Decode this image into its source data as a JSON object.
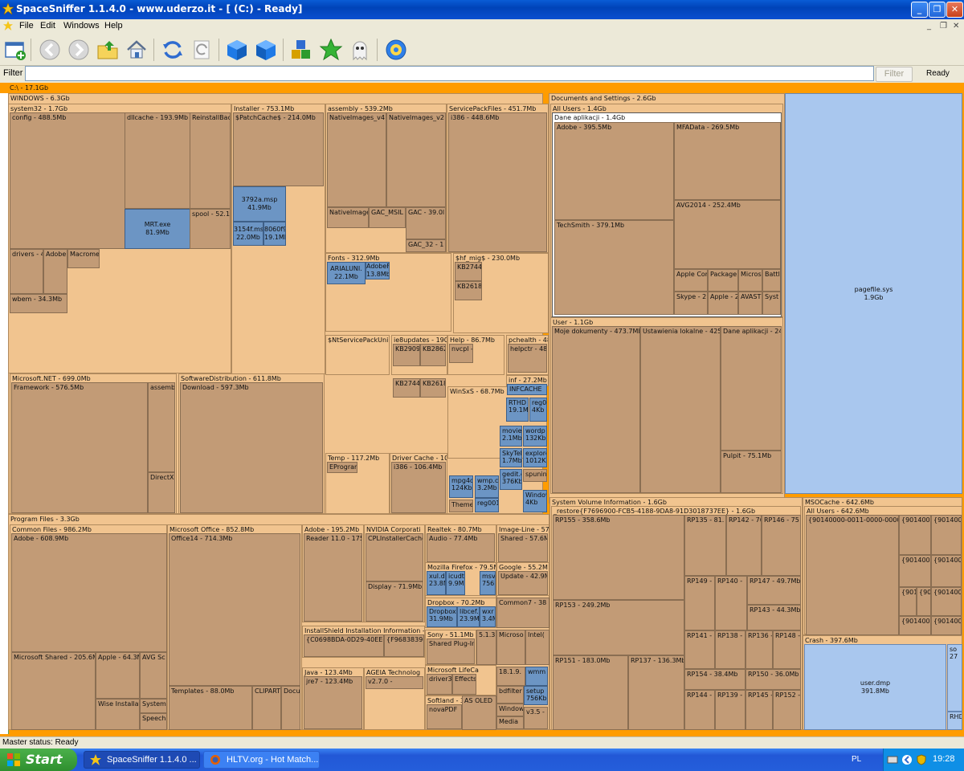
{
  "window": {
    "title": "SpaceSniffer 1.1.4.0 - www.uderzo.it - [ (C:) - Ready]"
  },
  "menu": {
    "items": [
      "File",
      "Edit",
      "Windows",
      "Help"
    ]
  },
  "toolbar": {
    "icons": [
      "new-window-icon",
      "back-icon",
      "forward-icon",
      "up-folder-icon",
      "home-icon",
      "refresh-icon",
      "rescan-icon",
      "blue-cube-icon",
      "blue-cube-2-icon",
      "cubes-icon",
      "star-icon",
      "ghost-icon",
      "gear-icon"
    ]
  },
  "filter": {
    "label": "Filter",
    "value": "",
    "button": "Filter",
    "status": "Ready"
  },
  "map": {
    "root": "C:\\ - 17.1Gb",
    "blocks": [
      {
        "l": "WINDOWS - 6.3Gb",
        "c": "dir"
      },
      {
        "l": "system32 - 1.7Gb",
        "c": "dir"
      },
      {
        "l": "config - 488.5Mb",
        "c": "file"
      },
      {
        "l": "dllcache - 193.9Mb",
        "c": "file"
      },
      {
        "l": "ReinstallBacl",
        "c": "file"
      },
      {
        "l": "MRT.exe\n81.9Mb",
        "c": "blue",
        "center": true
      },
      {
        "l": "spool - 52.1N",
        "c": "file"
      },
      {
        "l": "drivers - 4",
        "c": "file"
      },
      {
        "l": "Adobe",
        "c": "file"
      },
      {
        "l": "Macrome",
        "c": "file"
      },
      {
        "l": "wbem - 34.3Mb",
        "c": "file"
      },
      {
        "l": "Installer - 753.1Mb",
        "c": "dir"
      },
      {
        "l": "$PatchCache$ - 214.0Mb",
        "c": "file"
      },
      {
        "l": "3792a.msp\n41.9Mb",
        "c": "blue",
        "center": true
      },
      {
        "l": "3154f.ms\n22.0Mb",
        "c": "blue",
        "center": true
      },
      {
        "l": "8060f9\n19.1Mb",
        "c": "blue",
        "center": true
      },
      {
        "l": "assembly - 539.2Mb",
        "c": "dir"
      },
      {
        "l": "NativeImages_v4",
        "c": "file"
      },
      {
        "l": "NativeImages_v2",
        "c": "file"
      },
      {
        "l": "NativeImage",
        "c": "file"
      },
      {
        "l": "GAC_MSIL",
        "c": "file"
      },
      {
        "l": "GAC - 39.0l",
        "c": "file"
      },
      {
        "l": "GAC_32 - 1",
        "c": "file"
      },
      {
        "l": "ServicePackFiles - 451.7Mb",
        "c": "dir"
      },
      {
        "l": "i386 - 448.6Mb",
        "c": "file"
      },
      {
        "l": "Fonts - 312.9Mb",
        "c": "dir"
      },
      {
        "l": "ARIALUNI.\n22.1Mb",
        "c": "blue",
        "center": true
      },
      {
        "l": "AdobeF\n13.8Mb",
        "c": "blue",
        "center": true
      },
      {
        "l": "$hf_mig$ - 230.0Mb",
        "c": "dir"
      },
      {
        "l": "KB2744",
        "c": "file"
      },
      {
        "l": "KB2618",
        "c": "file"
      },
      {
        "l": "$NtServicePackUnins",
        "c": "dir"
      },
      {
        "l": "ie8updates - 190.",
        "c": "dir"
      },
      {
        "l": "KB2909",
        "c": "file"
      },
      {
        "l": "KB2862",
        "c": "file"
      },
      {
        "l": "KB2744",
        "c": "file"
      },
      {
        "l": "KB2618",
        "c": "file"
      },
      {
        "l": "Help - 86.7Mb",
        "c": "dir"
      },
      {
        "l": "nvcpl -",
        "c": "file"
      },
      {
        "l": "pchealth - 48.",
        "c": "dir"
      },
      {
        "l": "helpctr - 48.",
        "c": "file"
      },
      {
        "l": "Microsoft.NET - 699.0Mb",
        "c": "dir"
      },
      {
        "l": "Framework - 576.5Mb",
        "c": "file"
      },
      {
        "l": "assembl",
        "c": "file"
      },
      {
        "l": "DirectX f",
        "c": "file"
      },
      {
        "l": "SoftwareDistribution - 611.8Mb",
        "c": "dir"
      },
      {
        "l": "Download - 597.3Mb",
        "c": "file"
      },
      {
        "l": "Temp - 117.2Mb",
        "c": "dir"
      },
      {
        "l": "EProgram",
        "c": "file"
      },
      {
        "l": "Driver Cache - 10",
        "c": "dir"
      },
      {
        "l": "i386 - 106.4Mb",
        "c": "file"
      },
      {
        "l": "WinSxS - 68.7Mb",
        "c": "dir"
      },
      {
        "l": "inf - 27.2Mb",
        "c": "dir"
      },
      {
        "l": "INFCACHE",
        "c": "blue"
      },
      {
        "l": "RTHD\n19.1M",
        "c": "blue"
      },
      {
        "l": "reg0\n4Kb",
        "c": "blue"
      },
      {
        "l": "movie\n2.1Mb",
        "c": "blue"
      },
      {
        "l": "wordp\n132Kb",
        "c": "blue"
      },
      {
        "l": "SkyTel\n1.7Mb",
        "c": "blue"
      },
      {
        "l": "explore\n1012Kb",
        "c": "blue"
      },
      {
        "l": "gedit.c\n376Kb",
        "c": "blue"
      },
      {
        "l": "spunin",
        "c": "file"
      },
      {
        "l": "Windov\n4Kb",
        "c": "blue"
      },
      {
        "l": "Theme",
        "c": "file"
      },
      {
        "l": "reg001",
        "c": "blue"
      },
      {
        "l": "mpg4d\n124Kb",
        "c": "blue"
      },
      {
        "l": "wmp.c\n3.2Mb",
        "c": "blue"
      },
      {
        "l": "Documents and Settings - 2.6Gb",
        "c": "dir"
      },
      {
        "l": "All Users - 1.4Gb",
        "c": "dir"
      },
      {
        "l": "Dane aplikacji - 1.4Gb",
        "c": "white"
      },
      {
        "l": "Adobe - 395.5Mb",
        "c": "file"
      },
      {
        "l": "TechSmith - 379.1Mb",
        "c": "file"
      },
      {
        "l": "MFAData - 269.5Mb",
        "c": "file"
      },
      {
        "l": "AVG2014 - 252.4Mb",
        "c": "file"
      },
      {
        "l": "Apple Cor",
        "c": "file"
      },
      {
        "l": "Package",
        "c": "file"
      },
      {
        "l": "Microso",
        "c": "file"
      },
      {
        "l": "Battl",
        "c": "file"
      },
      {
        "l": "Skype - 2",
        "c": "file"
      },
      {
        "l": "Apple - 2",
        "c": "file"
      },
      {
        "l": "AVAST",
        "c": "file"
      },
      {
        "l": "Syst",
        "c": "file"
      },
      {
        "l": "User - 1.1Gb",
        "c": "dir"
      },
      {
        "l": "Moje dokumenty - 473.7Mb",
        "c": "file"
      },
      {
        "l": "Ustawienia lokalne - 425",
        "c": "file"
      },
      {
        "l": "Dane aplikacji - 24",
        "c": "file"
      },
      {
        "l": "Pulpit - 75.1Mb",
        "c": "file"
      },
      {
        "l": "pagefile.sys\n1.9Gb",
        "c": "lblue",
        "center": true
      },
      {
        "l": "Program Files - 3.3Gb",
        "c": "dir"
      },
      {
        "l": "Common Files - 986.2Mb",
        "c": "dir"
      },
      {
        "l": "Adobe - 608.9Mb",
        "c": "file"
      },
      {
        "l": "Microsoft Shared - 205.6M",
        "c": "file"
      },
      {
        "l": "Apple - 64.3M",
        "c": "file"
      },
      {
        "l": "AVG Sc",
        "c": "file"
      },
      {
        "l": "Wise Installat",
        "c": "file"
      },
      {
        "l": "System",
        "c": "file"
      },
      {
        "l": "Speechl",
        "c": "file"
      },
      {
        "l": "Microsoft Office - 852.8Mb",
        "c": "dir"
      },
      {
        "l": "Office14 - 714.3Mb",
        "c": "file"
      },
      {
        "l": "Templates - 88.0Mb",
        "c": "file"
      },
      {
        "l": "CLIPART",
        "c": "file"
      },
      {
        "l": "Docur",
        "c": "file"
      },
      {
        "l": "Adobe - 195.2Mb",
        "c": "dir"
      },
      {
        "l": "Reader 11.0 - 175",
        "c": "file"
      },
      {
        "l": "NVIDIA Corporati",
        "c": "dir"
      },
      {
        "l": "CPLInstallerCache",
        "c": "file"
      },
      {
        "l": "Display - 71.9Mb",
        "c": "file"
      },
      {
        "l": "Realtek - 80.7Mb",
        "c": "dir"
      },
      {
        "l": "Audio - 77.4Mb",
        "c": "file"
      },
      {
        "l": "Image-Line - 57",
        "c": "dir"
      },
      {
        "l": "Shared - 57.6M",
        "c": "file"
      },
      {
        "l": "Mozilla Firefox - 79.5M",
        "c": "dir"
      },
      {
        "l": "xul.dll\n23.8M",
        "c": "blue"
      },
      {
        "l": "icudt\n9.9M",
        "c": "blue"
      },
      {
        "l": "msv\n756k",
        "c": "blue"
      },
      {
        "l": "Google - 55.2M",
        "c": "dir"
      },
      {
        "l": "Update - 42.9M",
        "c": "file"
      },
      {
        "l": "Dropbox - 70.2Mb",
        "c": "dir"
      },
      {
        "l": "DropboxP\n31.9Mb",
        "c": "blue"
      },
      {
        "l": "libcef.d\n23.9M",
        "c": "blue"
      },
      {
        "l": "wxr\n3.4M",
        "c": "blue"
      },
      {
        "l": "Common7 - 38",
        "c": "file"
      },
      {
        "l": "InstallShield Installation Information -",
        "c": "dir"
      },
      {
        "l": "{C0698BDA-0D29-40EE-",
        "c": "file"
      },
      {
        "l": "{F9683839-",
        "c": "file"
      },
      {
        "l": "Sony - 51.1Mb",
        "c": "dir"
      },
      {
        "l": "Shared Plug-In",
        "c": "file"
      },
      {
        "l": "5.1.3",
        "c": "file"
      },
      {
        "l": "Microso",
        "c": "file"
      },
      {
        "l": "Intel(",
        "c": "file"
      },
      {
        "l": "Microsoft LifeCa",
        "c": "dir"
      },
      {
        "l": "driver3",
        "c": "file"
      },
      {
        "l": "Effects",
        "c": "file"
      },
      {
        "l": "18.1.9.",
        "c": "file"
      },
      {
        "l": "wmm",
        "c": "blue"
      },
      {
        "l": "bdfilter",
        "c": "file"
      },
      {
        "l": "setup\n756Kb",
        "c": "blue"
      },
      {
        "l": "Window",
        "c": "file"
      },
      {
        "l": "Media",
        "c": "file"
      },
      {
        "l": "v3.5 -",
        "c": "file"
      },
      {
        "l": "Java - 123.4Mb",
        "c": "dir"
      },
      {
        "l": "jre7 - 123.4Mb",
        "c": "file"
      },
      {
        "l": "AGEIA Technolog",
        "c": "dir"
      },
      {
        "l": "v2.7.0 -",
        "c": "file"
      },
      {
        "l": "Softland - 3",
        "c": "dir"
      },
      {
        "l": "novaPDF",
        "c": "file"
      },
      {
        "l": "AS OLED",
        "c": "file"
      },
      {
        "l": "System Volume Information - 1.6Gb",
        "c": "dir"
      },
      {
        "l": "_restore{F7696900-FCB5-4188-9DA8-91D3018737EE} - 1.6Gb",
        "c": "dir"
      },
      {
        "l": "RP155 - 358.6Mb",
        "c": "file"
      },
      {
        "l": "RP153 - 249.2Mb",
        "c": "file"
      },
      {
        "l": "RP151 - 183.0Mb",
        "c": "file"
      },
      {
        "l": "RP137 - 136.3Mb",
        "c": "file"
      },
      {
        "l": "RP135 - 81.",
        "c": "file"
      },
      {
        "l": "RP142 - 76",
        "c": "file"
      },
      {
        "l": "RP146 - 75",
        "c": "file"
      },
      {
        "l": "RP149 - 5",
        "c": "file"
      },
      {
        "l": "RP140 -",
        "c": "file"
      },
      {
        "l": "RP147 - 49.7Mb",
        "c": "file"
      },
      {
        "l": "RP143 - 44.3Mb",
        "c": "file"
      },
      {
        "l": "RP141 -",
        "c": "file"
      },
      {
        "l": "RP138 -",
        "c": "file"
      },
      {
        "l": "RP136 -",
        "c": "file"
      },
      {
        "l": "RP148 -",
        "c": "file"
      },
      {
        "l": "RP154 - 38.4Mb",
        "c": "file"
      },
      {
        "l": "RP150 - 36.0Mb",
        "c": "file"
      },
      {
        "l": "RP144 -",
        "c": "file"
      },
      {
        "l": "RP139 -",
        "c": "file"
      },
      {
        "l": "RP145 -",
        "c": "file"
      },
      {
        "l": "RP152 -",
        "c": "file"
      },
      {
        "l": "MSOCache - 642.6Mb",
        "c": "dir"
      },
      {
        "l": "All Users - 642.6Mb",
        "c": "dir"
      },
      {
        "l": "{90140000-0011-0000-0000-0",
        "c": "file"
      },
      {
        "l": "{9014000",
        "c": "file"
      },
      {
        "l": "{9014000",
        "c": "file"
      },
      {
        "l": "{901400C",
        "c": "file"
      },
      {
        "l": "{9014000",
        "c": "file"
      },
      {
        "l": "{901-",
        "c": "file"
      },
      {
        "l": "{901",
        "c": "file"
      },
      {
        "l": "{9014000",
        "c": "file"
      },
      {
        "l": "{9014000",
        "c": "file"
      },
      {
        "l": "{901400",
        "c": "file"
      },
      {
        "l": "Crash - 397.6Mb",
        "c": "dir"
      },
      {
        "l": "user.dmp\n391.8Mb",
        "c": "lblue",
        "center": true
      },
      {
        "l": "so\n27",
        "c": "lblue"
      },
      {
        "l": "RHD",
        "c": "lblue"
      }
    ]
  },
  "status": {
    "text": "Master status: Ready"
  },
  "taskbar": {
    "start": "Start",
    "tasks": [
      "SpaceSniffer 1.1.4.0 ...",
      "HLTV.org - Hot Match..."
    ],
    "lang": "PL",
    "clock": "19:28"
  }
}
